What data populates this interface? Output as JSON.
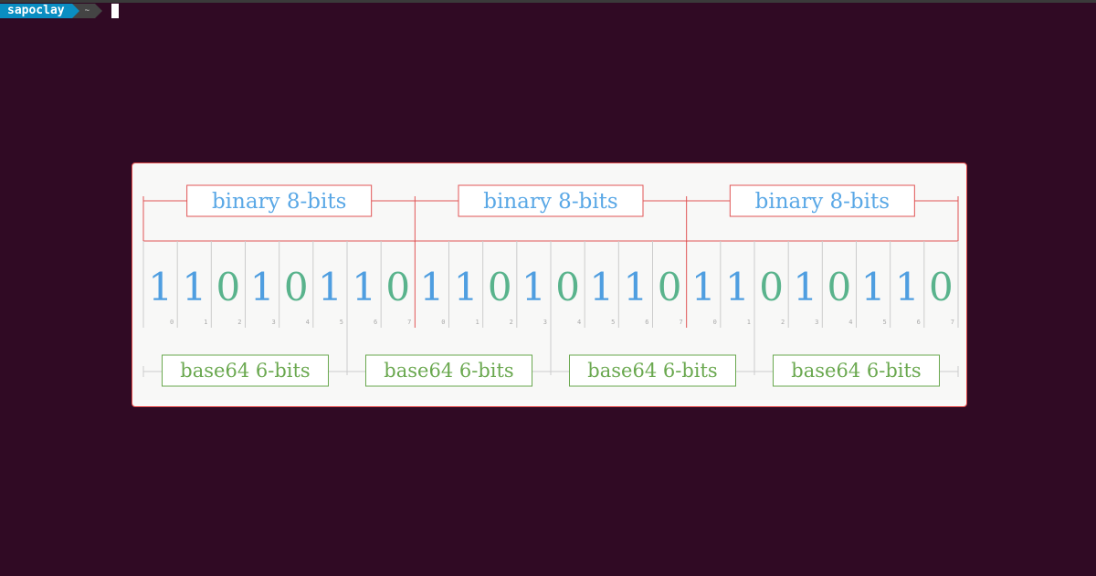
{
  "terminal": {
    "prompt_user": "sapoclay",
    "prompt_dir": "~",
    "command": ""
  },
  "figure": {
    "byte_label": "binary 8-bits",
    "sextet_label": "base64 6-bits",
    "bits": [
      "1",
      "1",
      "0",
      "1",
      "0",
      "1",
      "1",
      "0",
      "1",
      "1",
      "0",
      "1",
      "0",
      "1",
      "1",
      "0",
      "1",
      "1",
      "0",
      "1",
      "0",
      "1",
      "1",
      "0"
    ],
    "bit_indices": [
      "0",
      "1",
      "2",
      "3",
      "4",
      "5",
      "6",
      "7",
      "0",
      "1",
      "2",
      "3",
      "4",
      "5",
      "6",
      "7",
      "0",
      "1",
      "2",
      "3",
      "4",
      "5",
      "6",
      "7"
    ],
    "colors": {
      "byte_border": "#e05555",
      "byte_text": "#5aa8e6",
      "sextet_border": "#6aa84f",
      "sextet_text": "#6aa84f",
      "one_color": "#4f9ee0",
      "zero_color": "#59b38c",
      "divider": "#cccccc"
    }
  }
}
